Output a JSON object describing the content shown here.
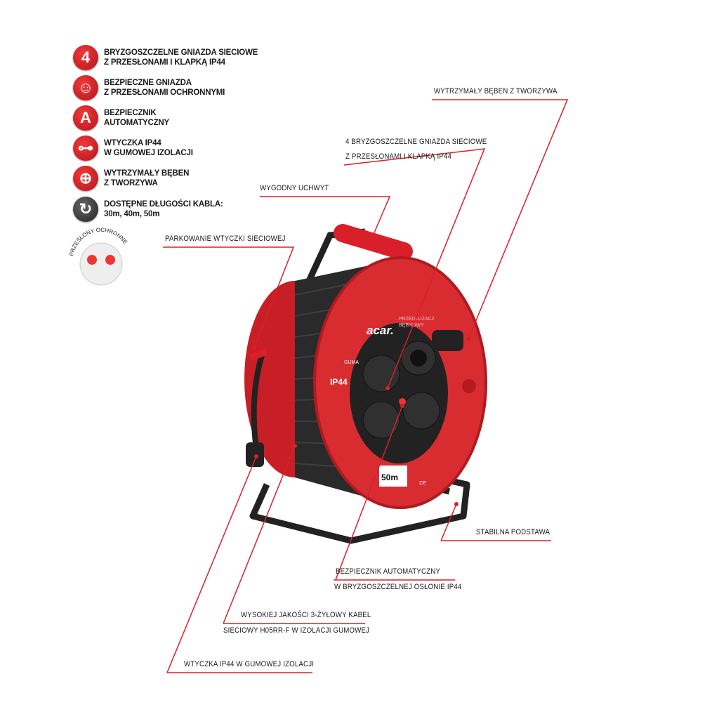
{
  "features": [
    {
      "icon": "number-4-icon",
      "badge": "4",
      "line1": "BRYZGOSZCZELNE GNIAZDA SIECIOWE",
      "line2": "Z PRZESŁONAMI I KLAPKĄ IP44"
    },
    {
      "icon": "smiley-socket-icon",
      "badge": "☺",
      "line1": "BEZPIECZNE GNIAZDA",
      "line2": "Z PRZESŁONAMI OCHRONNYMI"
    },
    {
      "icon": "fuse-a-icon",
      "badge": "A",
      "line1": "BEZPIECZNIK",
      "line2": "AUTOMATYCZNY"
    },
    {
      "icon": "plug-icon",
      "badge": "⊶",
      "line1": "WTYCZKA IP44",
      "line2": "W GUMOWEJ IZOLACJI"
    },
    {
      "icon": "drum-icon",
      "badge": "⊕",
      "line1": "WYTRZYMAŁY BĘBEN",
      "line2": "Z TWORZYWA"
    },
    {
      "icon": "cable-icon",
      "badge": "↻",
      "line1": "DOSTĘPNE DŁUGOŚCI KABLA:",
      "line2": "30m, 40m, 50m"
    }
  ],
  "shutter_badge": "PRZESŁONY OCHRONNE",
  "product": {
    "brand": "acar.",
    "name_line1": "PRZEDŁUŻACZ",
    "name_line2": "BĘBNOWY",
    "ip": "IP44",
    "rubber": "GUMA",
    "length": "50m",
    "ce": "CE"
  },
  "callouts": {
    "drum": "WYTRZYMAŁY BĘBEN Z TWORZYWA",
    "sockets_1": "4 BRYZGOSZCZELNE GNIAZDA SIECIOWE",
    "sockets_2": "Z PRZESŁONAMI I KLAPKĄ IP44",
    "handle": "WYGODNY UCHWYT",
    "parking": "PARKOWANIE WTYCZKI SIECIOWEJ",
    "base": "STABILNA PODSTAWA",
    "fuse_1": "BEZPIECZNIK AUTOMATYCZNY",
    "fuse_2": "W BRYZGOSZCZELNEJ OSŁONIE IP44",
    "cable_1": "WYSOKIEJ JAKOŚCI 3-ŻYŁOWY KABEL",
    "cable_2": "SIECIOWY H05RR-F W IZOLACJI GUMOWEJ",
    "plug": "WTYCZKA IP44 W GUMOWEJ IZOLACJI"
  },
  "colors": {
    "accent": "#d9202a",
    "dark": "#222222"
  }
}
